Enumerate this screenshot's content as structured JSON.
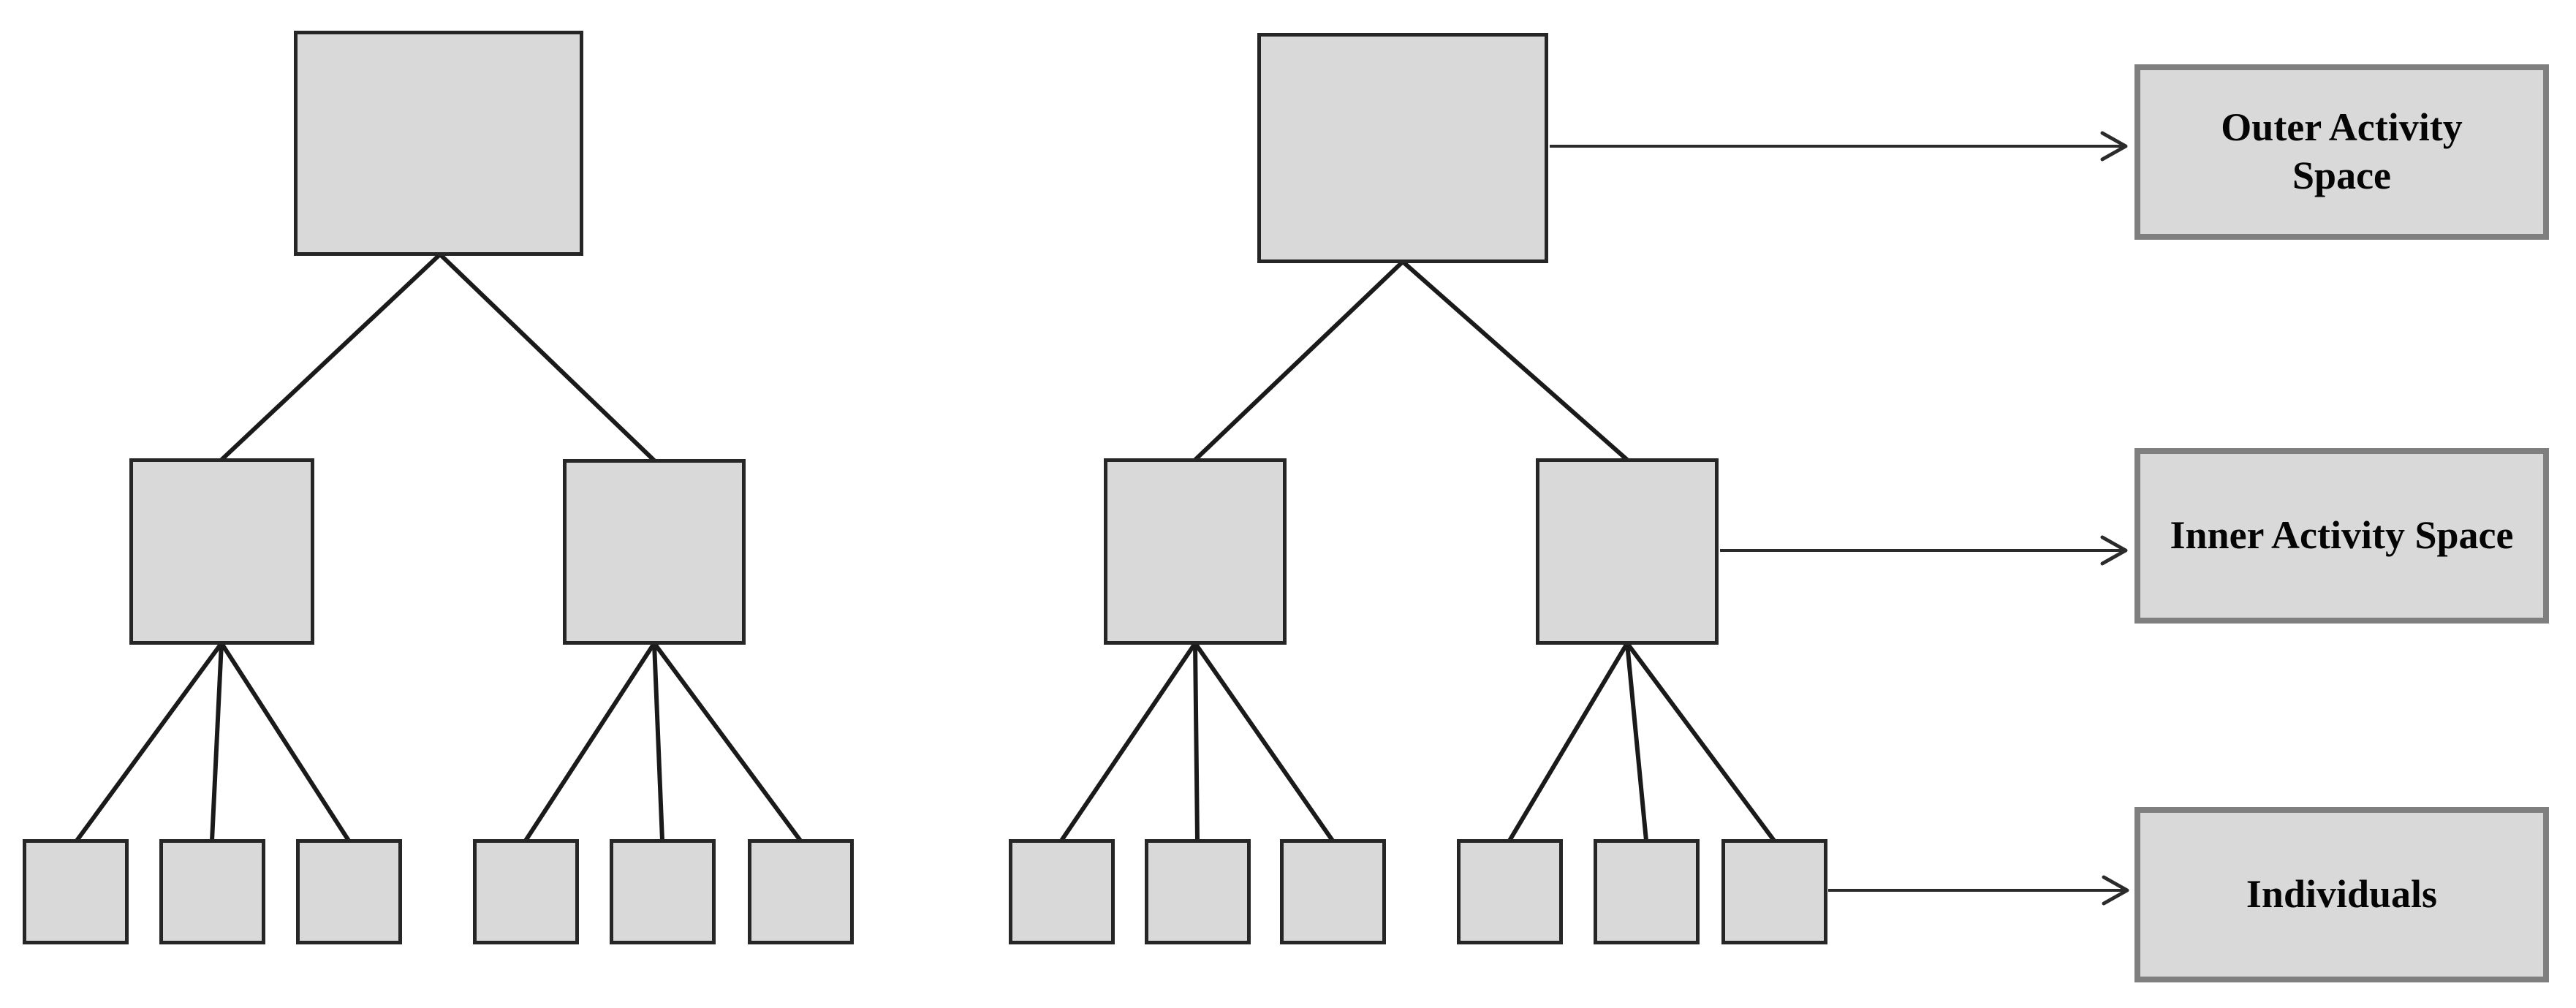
{
  "diagram": {
    "type": "tree-hierarchy-diagram",
    "background": "#ffffff",
    "colors": {
      "node_fill": "#d9d9d9",
      "node_border": "#262626",
      "label_box_fill": "#d9d9d9",
      "label_box_border": "#7f7f7f",
      "edge_line": "#1a1a1a",
      "arrow_line": "#2b2b2b",
      "text": "#050505"
    },
    "trees": [
      {
        "name": "left-tree",
        "levels": [
          1,
          2,
          6
        ]
      },
      {
        "name": "right-tree",
        "levels": [
          1,
          2,
          6
        ]
      }
    ],
    "legend_labels": [
      {
        "text": "Outer Activity Space"
      },
      {
        "text": "Inner Activity Space"
      },
      {
        "text": "Individuals"
      }
    ]
  }
}
